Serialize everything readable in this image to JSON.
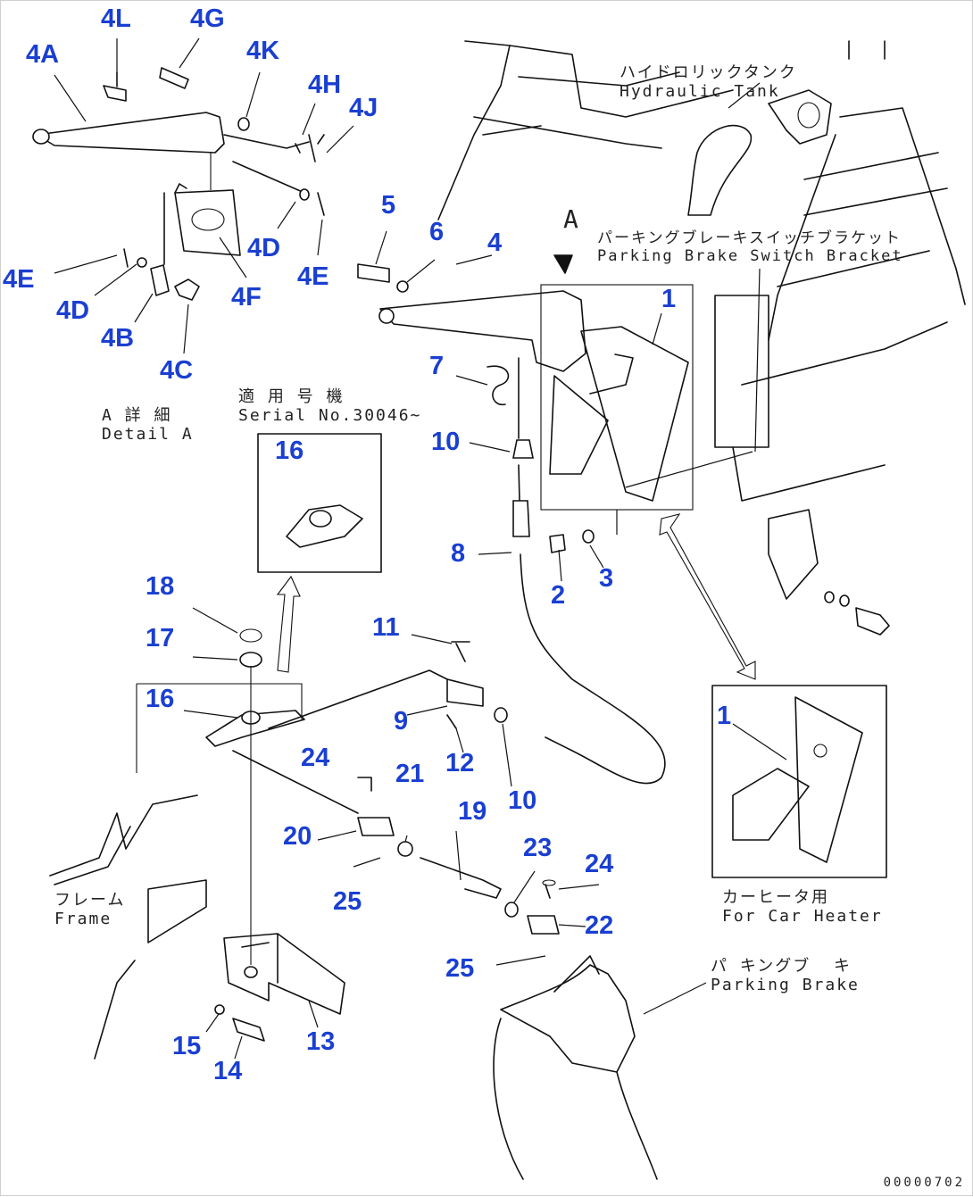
{
  "callouts": {
    "c4L": "4L",
    "c4G": "4G",
    "c4A": "4A",
    "c4K": "4K",
    "c4H": "4H",
    "c4J": "4J",
    "c4D_top": "4D",
    "c4E_right": "4E",
    "c4E_left": "4E",
    "c4D_left": "4D",
    "c4F": "4F",
    "c4B": "4B",
    "c4C": "4C",
    "c5": "5",
    "c6": "6",
    "c4": "4",
    "c1_main": "1",
    "c7": "7",
    "c10_top": "10",
    "c8": "8",
    "c2": "2",
    "c3": "3",
    "c16_inset": "16",
    "c18": "18",
    "c17": "17",
    "c16_lower": "16",
    "c11": "11",
    "c9": "9",
    "c12": "12",
    "c10_lower": "10",
    "c24_left": "24",
    "c21": "21",
    "c19": "19",
    "c20": "20",
    "c23": "23",
    "c25_left": "25",
    "c24_right": "24",
    "c22": "22",
    "c25_right": "25",
    "c15": "15",
    "c14": "14",
    "c13": "13",
    "c1_heater": "1"
  },
  "notes": {
    "hydraulic_tank": "ハイドロリックタンク\nHydraulic Tank",
    "parking_brake_switch_bracket": "パーキングブレーキスイッチブラケット\nParking Brake Switch Bracket",
    "detail_a": "A 詳 細\nDetail A",
    "serial": "適 用 号 機\nSerial No.30046~",
    "frame": "フレーム\nFrame",
    "for_car_heater": "カーヒータ用\nFor Car Heater",
    "parking_brake": "パ キングブ  キ\nParking Brake",
    "view_a": "A"
  },
  "drawing_number": "00000702"
}
